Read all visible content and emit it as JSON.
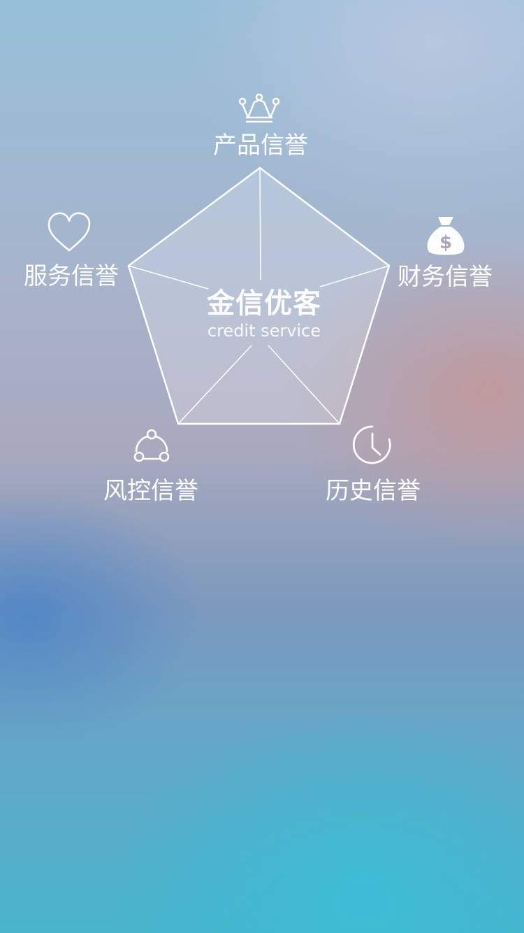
{
  "center": {
    "title": "金信优客",
    "subtitle": "credit service"
  },
  "nodes": [
    {
      "label": "产品信誉",
      "icon": "crown-icon"
    },
    {
      "label": "财务信誉",
      "icon": "money-bag-icon"
    },
    {
      "label": "历史信誉",
      "icon": "clock-icon"
    },
    {
      "label": "风控信誉",
      "icon": "share-network-icon"
    },
    {
      "label": "服务信誉",
      "icon": "heart-icon"
    }
  ],
  "colors": {
    "line": "#ffffff",
    "pentagon_fill": "rgba(255,255,255,0.22)",
    "icon": "#ffffff"
  }
}
